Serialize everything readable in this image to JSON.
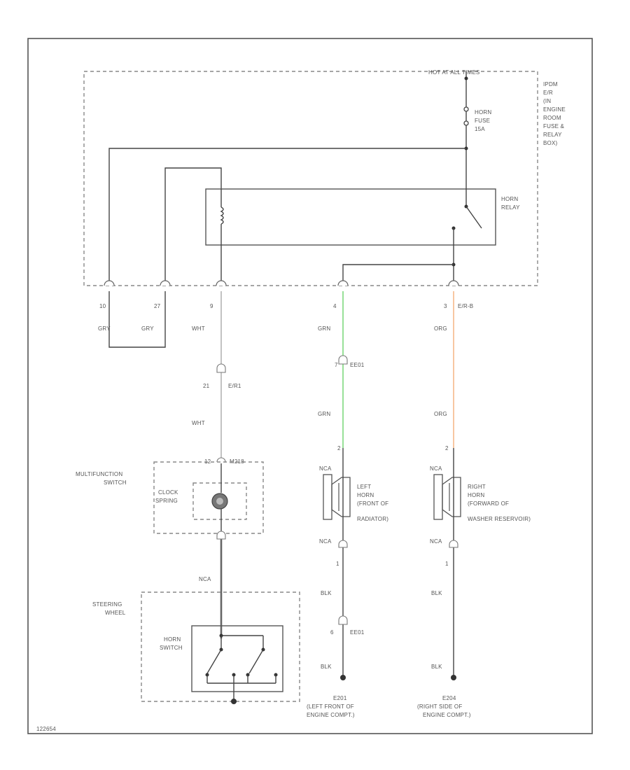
{
  "ipdm": {
    "hot_label": "HOT AT ALL TIMES",
    "name_lines": [
      "IPDM",
      "E/R",
      "(IN",
      "ENGINE",
      "ROOM",
      "FUSE &",
      "RELAY",
      "BOX)"
    ],
    "fuse_lines": [
      "HORN",
      "FUSE",
      "15A"
    ],
    "relay_lines": [
      "HORN",
      "RELAY"
    ]
  },
  "pins": {
    "p10": "10",
    "p27": "27",
    "p9": "9",
    "p4": "4",
    "p3": "3",
    "p3_conn": "E/R-B"
  },
  "wires": {
    "gry1": "GRY",
    "gry2": "GRY",
    "wht_top": "WHT",
    "wht_mid": "WHT",
    "grn_top": "GRN",
    "grn_mid": "GRN",
    "org_top": "ORG",
    "org_mid": "ORG",
    "nca_sw": "NCA",
    "nca_lh_top": "NCA",
    "nca_lh_bot": "NCA",
    "nca_rh_top": "NCA",
    "nca_rh_bot": "NCA",
    "blk_lh1": "BLK",
    "blk_lh2": "BLK",
    "blk_rh1": "BLK",
    "blk_rh2": "BLK",
    "green_color": "#7dd87d",
    "orange_color": "#f5b98a"
  },
  "connectors": {
    "c21_pin": "21",
    "c21_name": "E/R1",
    "c7_pin": "7",
    "c7_name": "EE01",
    "c12_pin": "12",
    "c12_name": "M218",
    "c2_lh": "2",
    "c2_rh": "2",
    "c1_lh": "1",
    "c1_rh": "1",
    "c6_pin": "6",
    "c6_name": "EE01"
  },
  "components": {
    "mfs_lines": [
      "MULTIFUNCTION",
      "SWITCH"
    ],
    "clock_lines": [
      "CLOCK",
      "SPRING"
    ],
    "steer_lines": [
      "STEERING",
      "WHEEL"
    ],
    "horn_sw_lines": [
      "HORN",
      "SWITCH"
    ],
    "lh_horn_lines": [
      "LEFT",
      "HORN",
      "(FRONT OF",
      "RADIATOR)"
    ],
    "rh_horn_lines": [
      "RIGHT",
      "HORN",
      "(FORWARD OF",
      "WASHER RESERVOIR)"
    ]
  },
  "grounds": {
    "lh_lines": [
      "E201",
      "(LEFT FRONT OF",
      "ENGINE COMPT.)"
    ],
    "rh_lines": [
      "E204",
      "(RIGHT SIDE OF",
      "ENGINE COMPT.)"
    ]
  },
  "footer": {
    "code": "122654"
  }
}
